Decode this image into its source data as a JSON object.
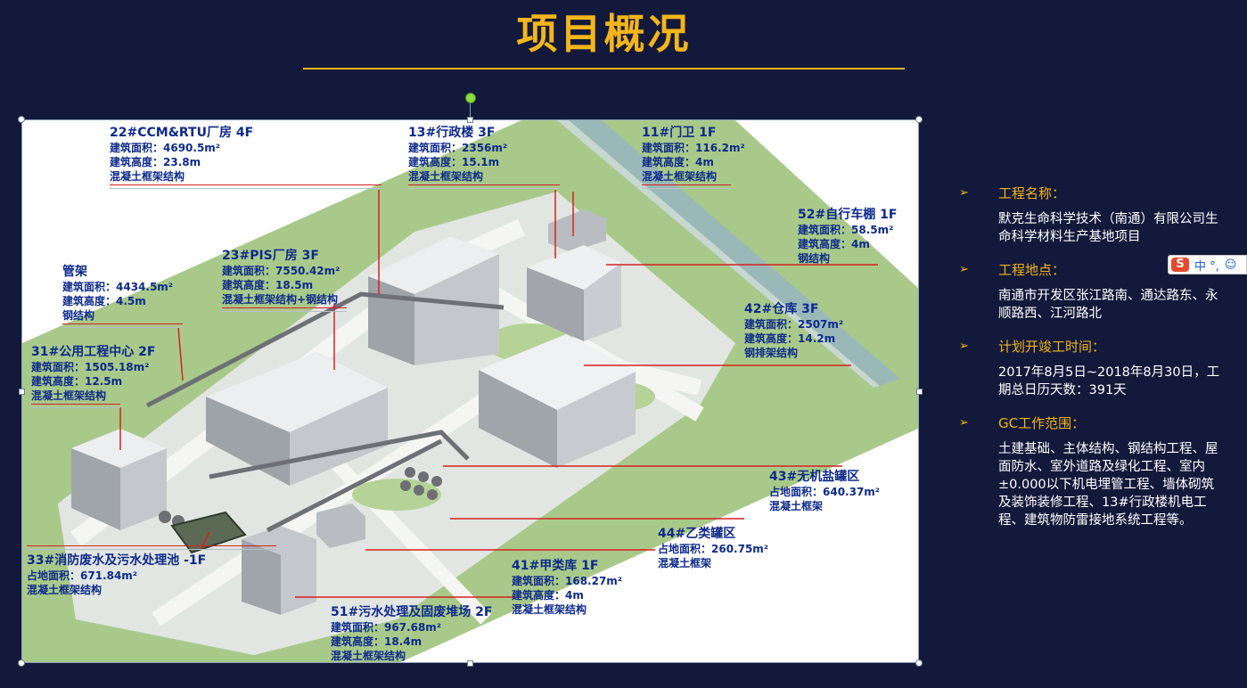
{
  "slide": {
    "title": "项目概况"
  },
  "labels": [
    {
      "key": "b22",
      "title": "22#CCM&RTU厂房 4F",
      "lines": [
        "建筑面积：4690.5m²",
        "建筑高度：23.8m",
        "混凝土框架结构"
      ]
    },
    {
      "key": "b13",
      "title": "13#行政楼 3F",
      "lines": [
        "建筑面积：2356m²",
        "建筑高度：15.1m",
        "混凝土框架结构"
      ]
    },
    {
      "key": "b11",
      "title": "11#门卫 1F",
      "lines": [
        "建筑面积：116.2m²",
        "建筑高度：4m",
        "混凝土框架结构"
      ]
    },
    {
      "key": "b52",
      "title": "52#自行车棚 1F",
      "lines": [
        "建筑面积：58.5m²",
        "建筑高度：4m",
        "钢结构"
      ]
    },
    {
      "key": "rack",
      "title": "管架",
      "lines": [
        "建筑面积：4434.5m²",
        "建筑高度：4.5m",
        "钢结构"
      ]
    },
    {
      "key": "b23",
      "title": "23#PIS厂房 3F",
      "lines": [
        "建筑面积：7550.42m²",
        "建筑高度：18.5m",
        "混凝土框架结构+钢结构"
      ]
    },
    {
      "key": "b42",
      "title": "42#仓库 3F",
      "lines": [
        "建筑面积：2507m²",
        "建筑高度：14.2m",
        "钢排架结构"
      ]
    },
    {
      "key": "b31",
      "title": "31#公用工程中心 2F",
      "lines": [
        "建筑面积：1505.18m²",
        "建筑高度：12.5m",
        "混凝土框架结构"
      ]
    },
    {
      "key": "b43",
      "title": "43#无机盐罐区",
      "lines": [
        "占地面积：640.37m²",
        "混凝土框架"
      ]
    },
    {
      "key": "b44",
      "title": "44#乙类罐区",
      "lines": [
        "占地面积：260.75m²",
        "混凝土框架"
      ]
    },
    {
      "key": "b33",
      "title": "33#消防废水及污水处理池 -1F",
      "lines": [
        "占地面积：671.84m²",
        "混凝土框架结构"
      ]
    },
    {
      "key": "b41",
      "title": "41#甲类库 1F",
      "lines": [
        "建筑面积：168.27m²",
        "建筑高度：4m",
        "混凝土框架结构"
      ]
    },
    {
      "key": "b51",
      "title": "51#污水处理及固废堆场 2F",
      "lines": [
        "建筑面积：967.68m²",
        "建筑高度：18.4m",
        "混凝土框架结构"
      ]
    }
  ],
  "info": [
    {
      "heading": "工程名称：",
      "body": "默克生命科学技术（南通）有限公司生命科学材料生产基地项目"
    },
    {
      "heading": "工程地点：",
      "body": "南通市开发区张江路南、通达路东、永顺路西、江河路北"
    },
    {
      "heading": "计划开竣工时间：",
      "body": "2017年8月5日~2018年8月30日，工期总日历天数：391天"
    },
    {
      "heading": "GC工作范围：",
      "body": "土建基础、主体结构、钢结构工程、屋面防水、室外道路及绿化工程、室内±0.000以下机电埋管工程、墙体砌筑及装饰装修工程、13#行政楼机电工程、建筑物防雷接地系统工程等。"
    }
  ],
  "ime": {
    "chars": "中 °,"
  },
  "colors": {
    "background": "#13193a",
    "accent": "#f3b51b",
    "label": "#0d2a8a",
    "leader": "#d62020",
    "ground": "#a9c98a"
  }
}
